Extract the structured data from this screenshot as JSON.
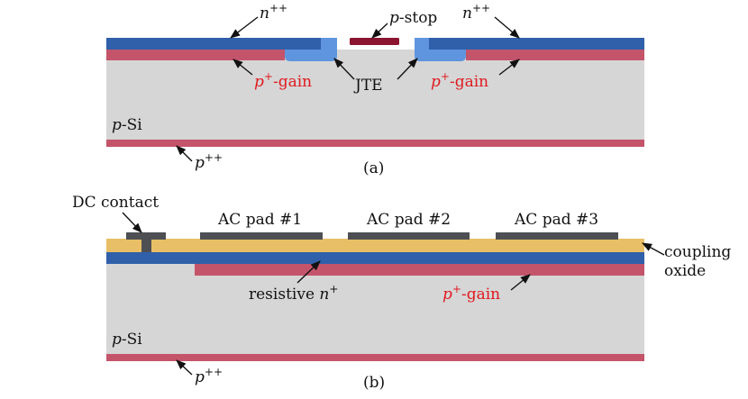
{
  "colors": {
    "silicon": "#d6d6d6",
    "n_layer": "#3060aa",
    "p_layer": "#c4546a",
    "jte": "#5e95de",
    "p_stop": "#8b1430",
    "oxide": "#e8bf66",
    "metal": "#4d4f53",
    "red_text": "#e0191e"
  },
  "panel_a": {
    "caption": "(a)",
    "label_nleft": {
      "italic": "n",
      "sup": "++"
    },
    "label_nright": {
      "italic": "n",
      "sup": "++"
    },
    "label_pstop": {
      "italic": "p",
      "rest": "-stop"
    },
    "label_jte": "JTE",
    "label_pgain_left": {
      "italic": "p",
      "sup": "+",
      "rest": "-gain"
    },
    "label_pgain_right": {
      "italic": "p",
      "sup": "+",
      "rest": "-gain"
    },
    "label_psi": {
      "italic": "p",
      "rest": "-Si"
    },
    "label_pbottom": {
      "italic": "p",
      "sup": "++"
    }
  },
  "panel_b": {
    "caption": "(b)",
    "label_dc": "DC contact",
    "pads": [
      "AC pad #1",
      "AC pad #2",
      "AC pad #3"
    ],
    "label_coupling_1": "coupling",
    "label_coupling_2": "oxide",
    "label_resistive": {
      "text": "resistive ",
      "italic": "n",
      "sup": "+"
    },
    "label_pgain": {
      "italic": "p",
      "sup": "+",
      "rest": "-gain"
    },
    "label_psi": {
      "italic": "p",
      "rest": "-Si"
    },
    "label_pbottom": {
      "italic": "p",
      "sup": "++"
    }
  }
}
